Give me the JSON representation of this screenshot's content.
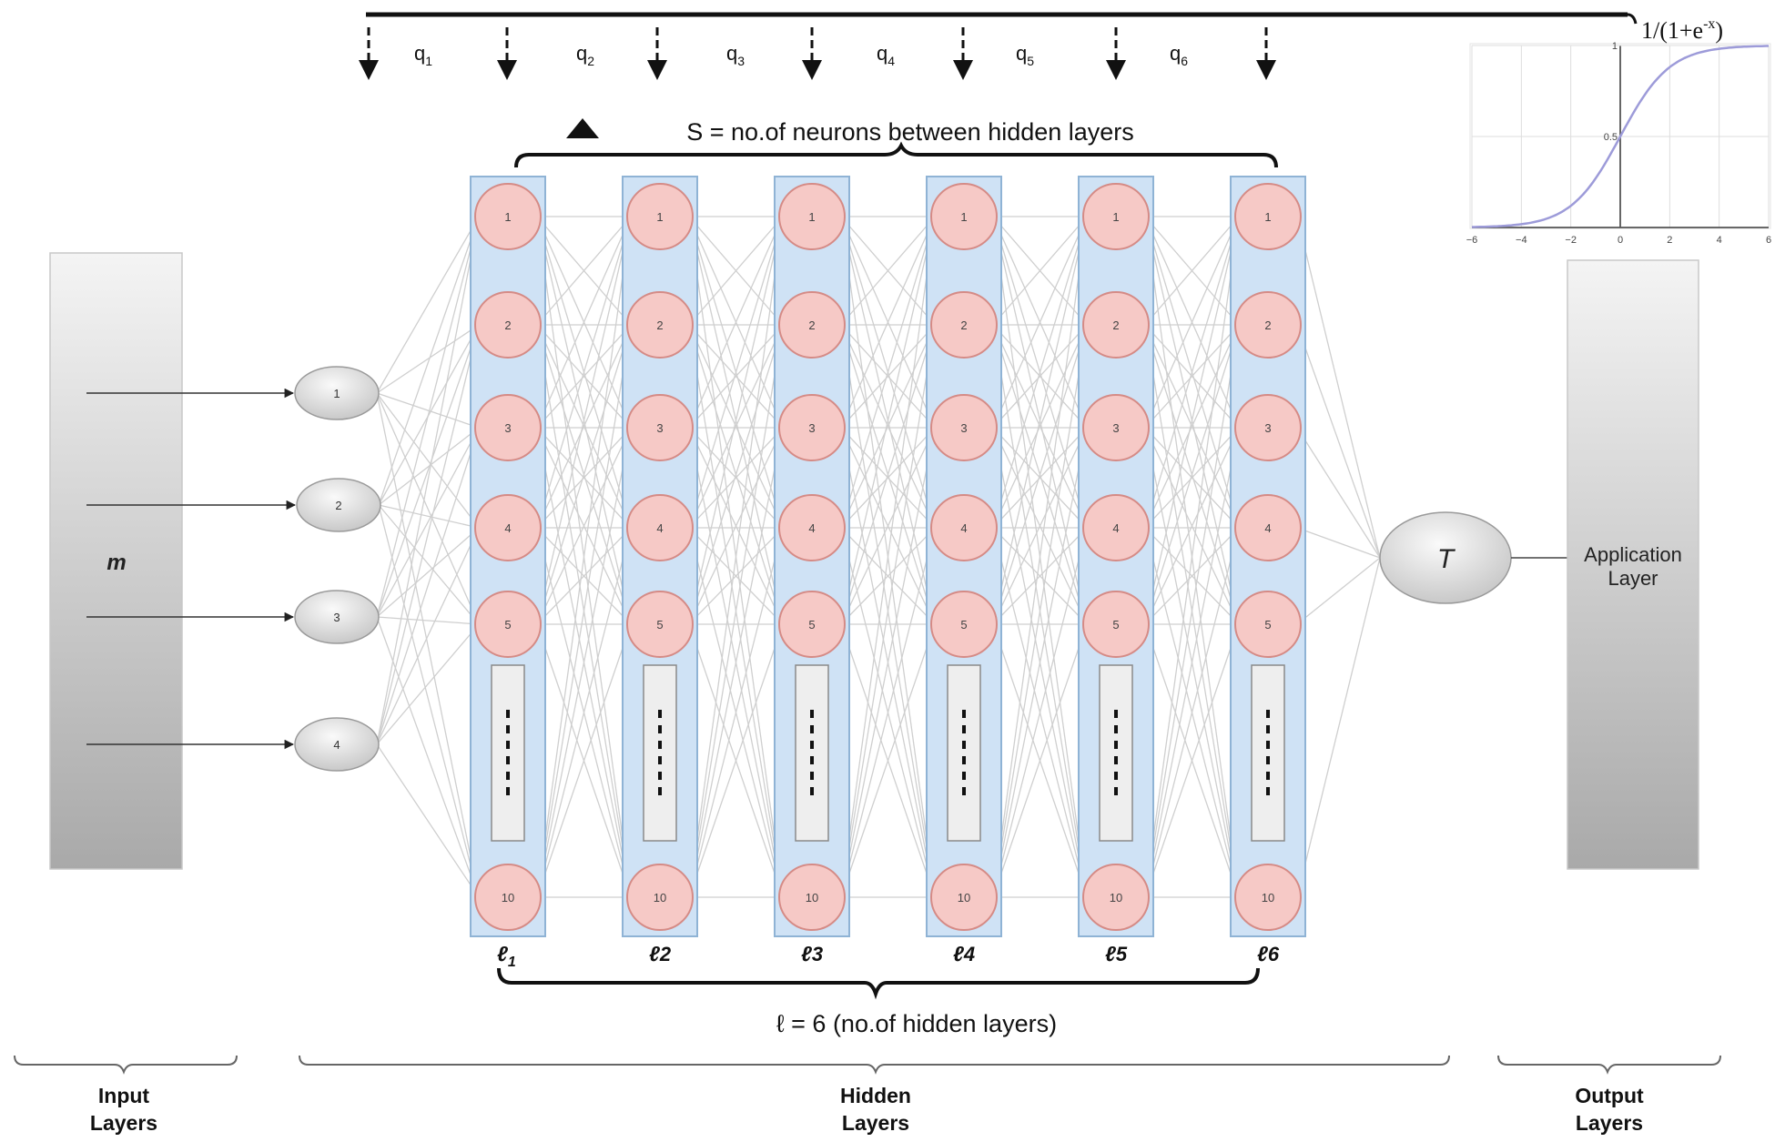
{
  "input_block": {
    "label": "m"
  },
  "input_nodes": [
    "1",
    "2",
    "3",
    "4"
  ],
  "hidden_layers": [
    {
      "label": "ℓ",
      "sub": "1"
    },
    {
      "label": "ℓ",
      "sub": "2"
    },
    {
      "label": "ℓ",
      "sub": "3"
    },
    {
      "label": "ℓ",
      "sub": "4"
    },
    {
      "label": "ℓ",
      "sub": "5"
    },
    {
      "label": "ℓ",
      "sub": "6"
    }
  ],
  "neuron_labels": [
    "1",
    "2",
    "3",
    "4",
    "5",
    "10"
  ],
  "q_labels": [
    {
      "q": "q",
      "sub": "1"
    },
    {
      "q": "q",
      "sub": "2"
    },
    {
      "q": "q",
      "sub": "3"
    },
    {
      "q": "q",
      "sub": "4"
    },
    {
      "q": "q",
      "sub": "5"
    },
    {
      "q": "q",
      "sub": "6"
    }
  ],
  "s_label": "S = no.of neurons between hidden layers",
  "l_label": "ℓ = 6 (no.of hidden layers)",
  "output_node": "T",
  "output_block": {
    "label_line1": "Application",
    "label_line2": "Layer"
  },
  "sigmoid": {
    "formula_prefix": "1/(1+e",
    "formula_sup": "-x",
    "formula_suffix": ")",
    "x_ticks": [
      "−6",
      "−4",
      "−2",
      "0",
      "2",
      "4",
      "6"
    ],
    "y_ticks": [
      "1",
      "0.5"
    ]
  },
  "brace_labels": [
    {
      "line1": "Input",
      "line2": "Layers"
    },
    {
      "line1": "Hidden",
      "line2": "Layers"
    },
    {
      "line1": "Output",
      "line2": "Layers"
    }
  ],
  "colors": {
    "neuron_fill": "#f6c9c6",
    "neuron_stroke": "#d58b86",
    "layer_fill": "#cfe2f5",
    "layer_stroke": "#8fb3d5",
    "edge": "#cfcfcf",
    "sigmoid_curve": "#9d9bd9"
  }
}
